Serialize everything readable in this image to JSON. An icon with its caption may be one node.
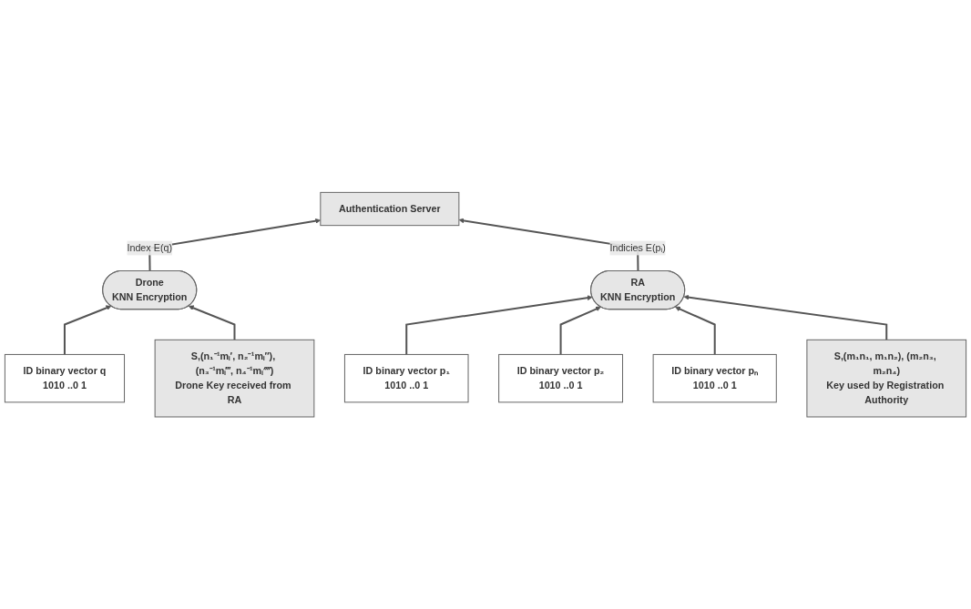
{
  "diagram": {
    "nodes": [
      {
        "text": [
          "Authentication Server"
        ]
      },
      {
        "text": [
          "Drone",
          "KNN Encryption"
        ]
      },
      {
        "text": [
          "RA",
          "KNN Encryption"
        ]
      },
      {
        "text": [
          "ID binary vector q",
          "1010 ..0 1"
        ]
      },
      {
        "text": [
          "ID binary vector p₁",
          "1010 ..0 1"
        ]
      },
      {
        "text": [
          "ID binary vector p₂",
          "1010 ..0 1"
        ]
      },
      {
        "text": [
          "ID binary vector pₙ",
          "1010 ..0 1"
        ]
      },
      {
        "text": [
          "S,(n₁⁻¹mᵢ′, n₂⁻¹mᵢ″), (n₃⁻¹mᵢ‴, n₄⁻¹mᵢ⁗)",
          "Drone Key received from RA"
        ]
      },
      {
        "text": [
          "S,(m₁n₁, m₁n₂), (m₂n₃, m₂n₄)",
          "Key used by Registration Authority"
        ]
      }
    ],
    "edges": [
      {
        "from": 3,
        "to": 1,
        "arrow": "to"
      },
      {
        "from": 1,
        "to": 0,
        "arrow": "to",
        "label": "Index E(q)"
      },
      {
        "from": 2,
        "to": 0,
        "arrow": "to",
        "label": "Indicies E(pᵢ)"
      },
      {
        "from": 4,
        "to": 2,
        "arrow": "to"
      },
      {
        "from": 5,
        "to": 2,
        "arrow": "to"
      },
      {
        "from": 6,
        "to": 2,
        "arrow": "to"
      },
      {
        "from": 7,
        "to": 1,
        "arrow": "to"
      },
      {
        "from": 8,
        "to": 2,
        "arrow": "to"
      }
    ]
  }
}
